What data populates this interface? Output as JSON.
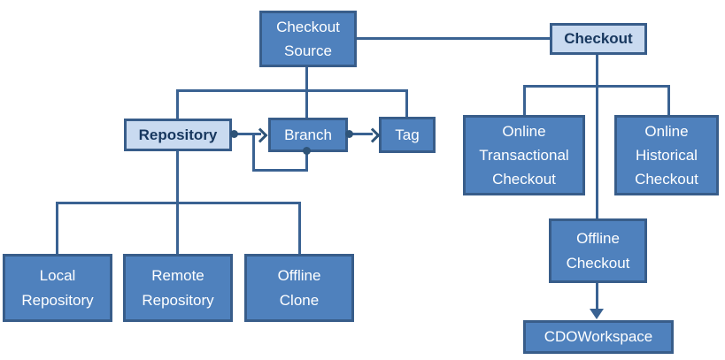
{
  "colors": {
    "node_fill": "#4f81bd",
    "node_border": "#385d8a",
    "node_text": "#ffffff",
    "light_node_fill": "#c9daf0",
    "light_node_text": "#17375e",
    "connector_line": "#3a6292"
  },
  "nodes": {
    "checkout_source": {
      "label": "Checkout\nSource",
      "variant": "dark"
    },
    "checkout": {
      "label": "Checkout",
      "variant": "light"
    },
    "repository": {
      "label": "Repository",
      "variant": "light"
    },
    "branch": {
      "label": "Branch",
      "variant": "dark"
    },
    "tag": {
      "label": "Tag",
      "variant": "dark"
    },
    "online_transactional_checkout": {
      "label": "Online\nTransactional\nCheckout",
      "variant": "dark"
    },
    "online_historical_checkout": {
      "label": "Online\nHistorical\nCheckout",
      "variant": "dark"
    },
    "offline_checkout": {
      "label": "Offline\nCheckout",
      "variant": "dark"
    },
    "cdo_workspace": {
      "label": "CDOWorkspace",
      "variant": "dark"
    },
    "local_repository": {
      "label": "Local\nRepository",
      "variant": "dark"
    },
    "remote_repository": {
      "label": "Remote\nRepository",
      "variant": "dark"
    },
    "offline_clone": {
      "label": "Offline\nClone",
      "variant": "dark"
    }
  },
  "edges": [
    {
      "from": "checkout_source",
      "to": "checkout",
      "type": "association"
    },
    {
      "from": "checkout_source",
      "to": "repository",
      "type": "tree-branch"
    },
    {
      "from": "checkout_source",
      "to": "branch",
      "type": "tree-branch"
    },
    {
      "from": "checkout_source",
      "to": "tag",
      "type": "tree-branch"
    },
    {
      "from": "repository",
      "to": "branch",
      "type": "aggregation-arrow"
    },
    {
      "from": "branch",
      "to": "branch",
      "type": "aggregation-arrow-self"
    },
    {
      "from": "branch",
      "to": "tag",
      "type": "aggregation-arrow"
    },
    {
      "from": "repository",
      "to": "local_repository",
      "type": "tree-branch"
    },
    {
      "from": "repository",
      "to": "remote_repository",
      "type": "tree-branch"
    },
    {
      "from": "repository",
      "to": "offline_clone",
      "type": "tree-branch"
    },
    {
      "from": "checkout",
      "to": "online_transactional_checkout",
      "type": "tree-branch"
    },
    {
      "from": "checkout",
      "to": "online_historical_checkout",
      "type": "tree-branch"
    },
    {
      "from": "checkout",
      "to": "offline_checkout",
      "type": "tree-branch"
    },
    {
      "from": "offline_checkout",
      "to": "cdo_workspace",
      "type": "directed-arrow"
    }
  ]
}
